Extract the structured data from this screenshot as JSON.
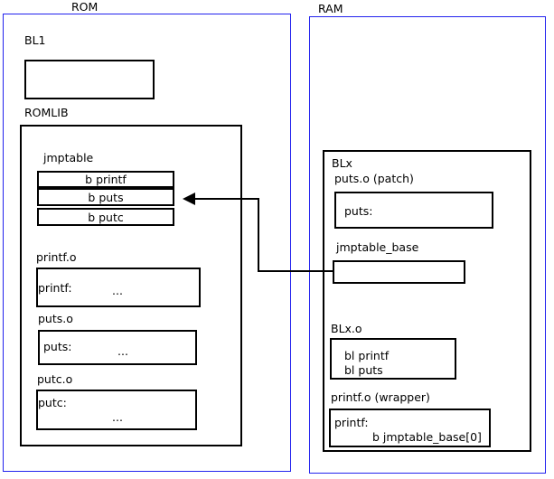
{
  "diagram": {
    "regions": [
      {
        "id": "rom",
        "label": "ROM"
      },
      {
        "id": "ram",
        "label": "RAM"
      }
    ],
    "rom": {
      "bl1": {
        "label": "BL1"
      },
      "romlib": {
        "label": "ROMLIB",
        "jmptable": {
          "label": "jmptable",
          "entries": [
            {
              "text": "b printf"
            },
            {
              "text": "b puts"
            },
            {
              "text": "b putc"
            }
          ]
        },
        "objects": [
          {
            "label": "printf.o",
            "symbol": "printf:",
            "body": "..."
          },
          {
            "label": "puts.o",
            "symbol": "puts:",
            "body": "..."
          },
          {
            "label": "putc.o",
            "symbol": "putc:",
            "body": "..."
          }
        ]
      }
    },
    "ram": {
      "blx": {
        "label": "BLx",
        "puts_patch": {
          "label": "puts.o (patch)",
          "symbol": "puts:"
        },
        "jmptable_base": {
          "label": "jmptable_base"
        },
        "blx_o": {
          "label": "BLx.o",
          "line1": "bl printf",
          "line2": "bl puts"
        },
        "printf_wrapper": {
          "label": "printf.o (wrapper)",
          "symbol": "printf:",
          "branch": "b jmptable_base[0]"
        }
      }
    },
    "connector": {
      "name": "jmptable-base-to-b-puts-arrow",
      "from": "jmptable_base",
      "to": "b puts"
    },
    "colors": {
      "region_border": "#2222ee",
      "box_border": "#000000",
      "background": "#ffffff",
      "text": "#000000"
    }
  }
}
